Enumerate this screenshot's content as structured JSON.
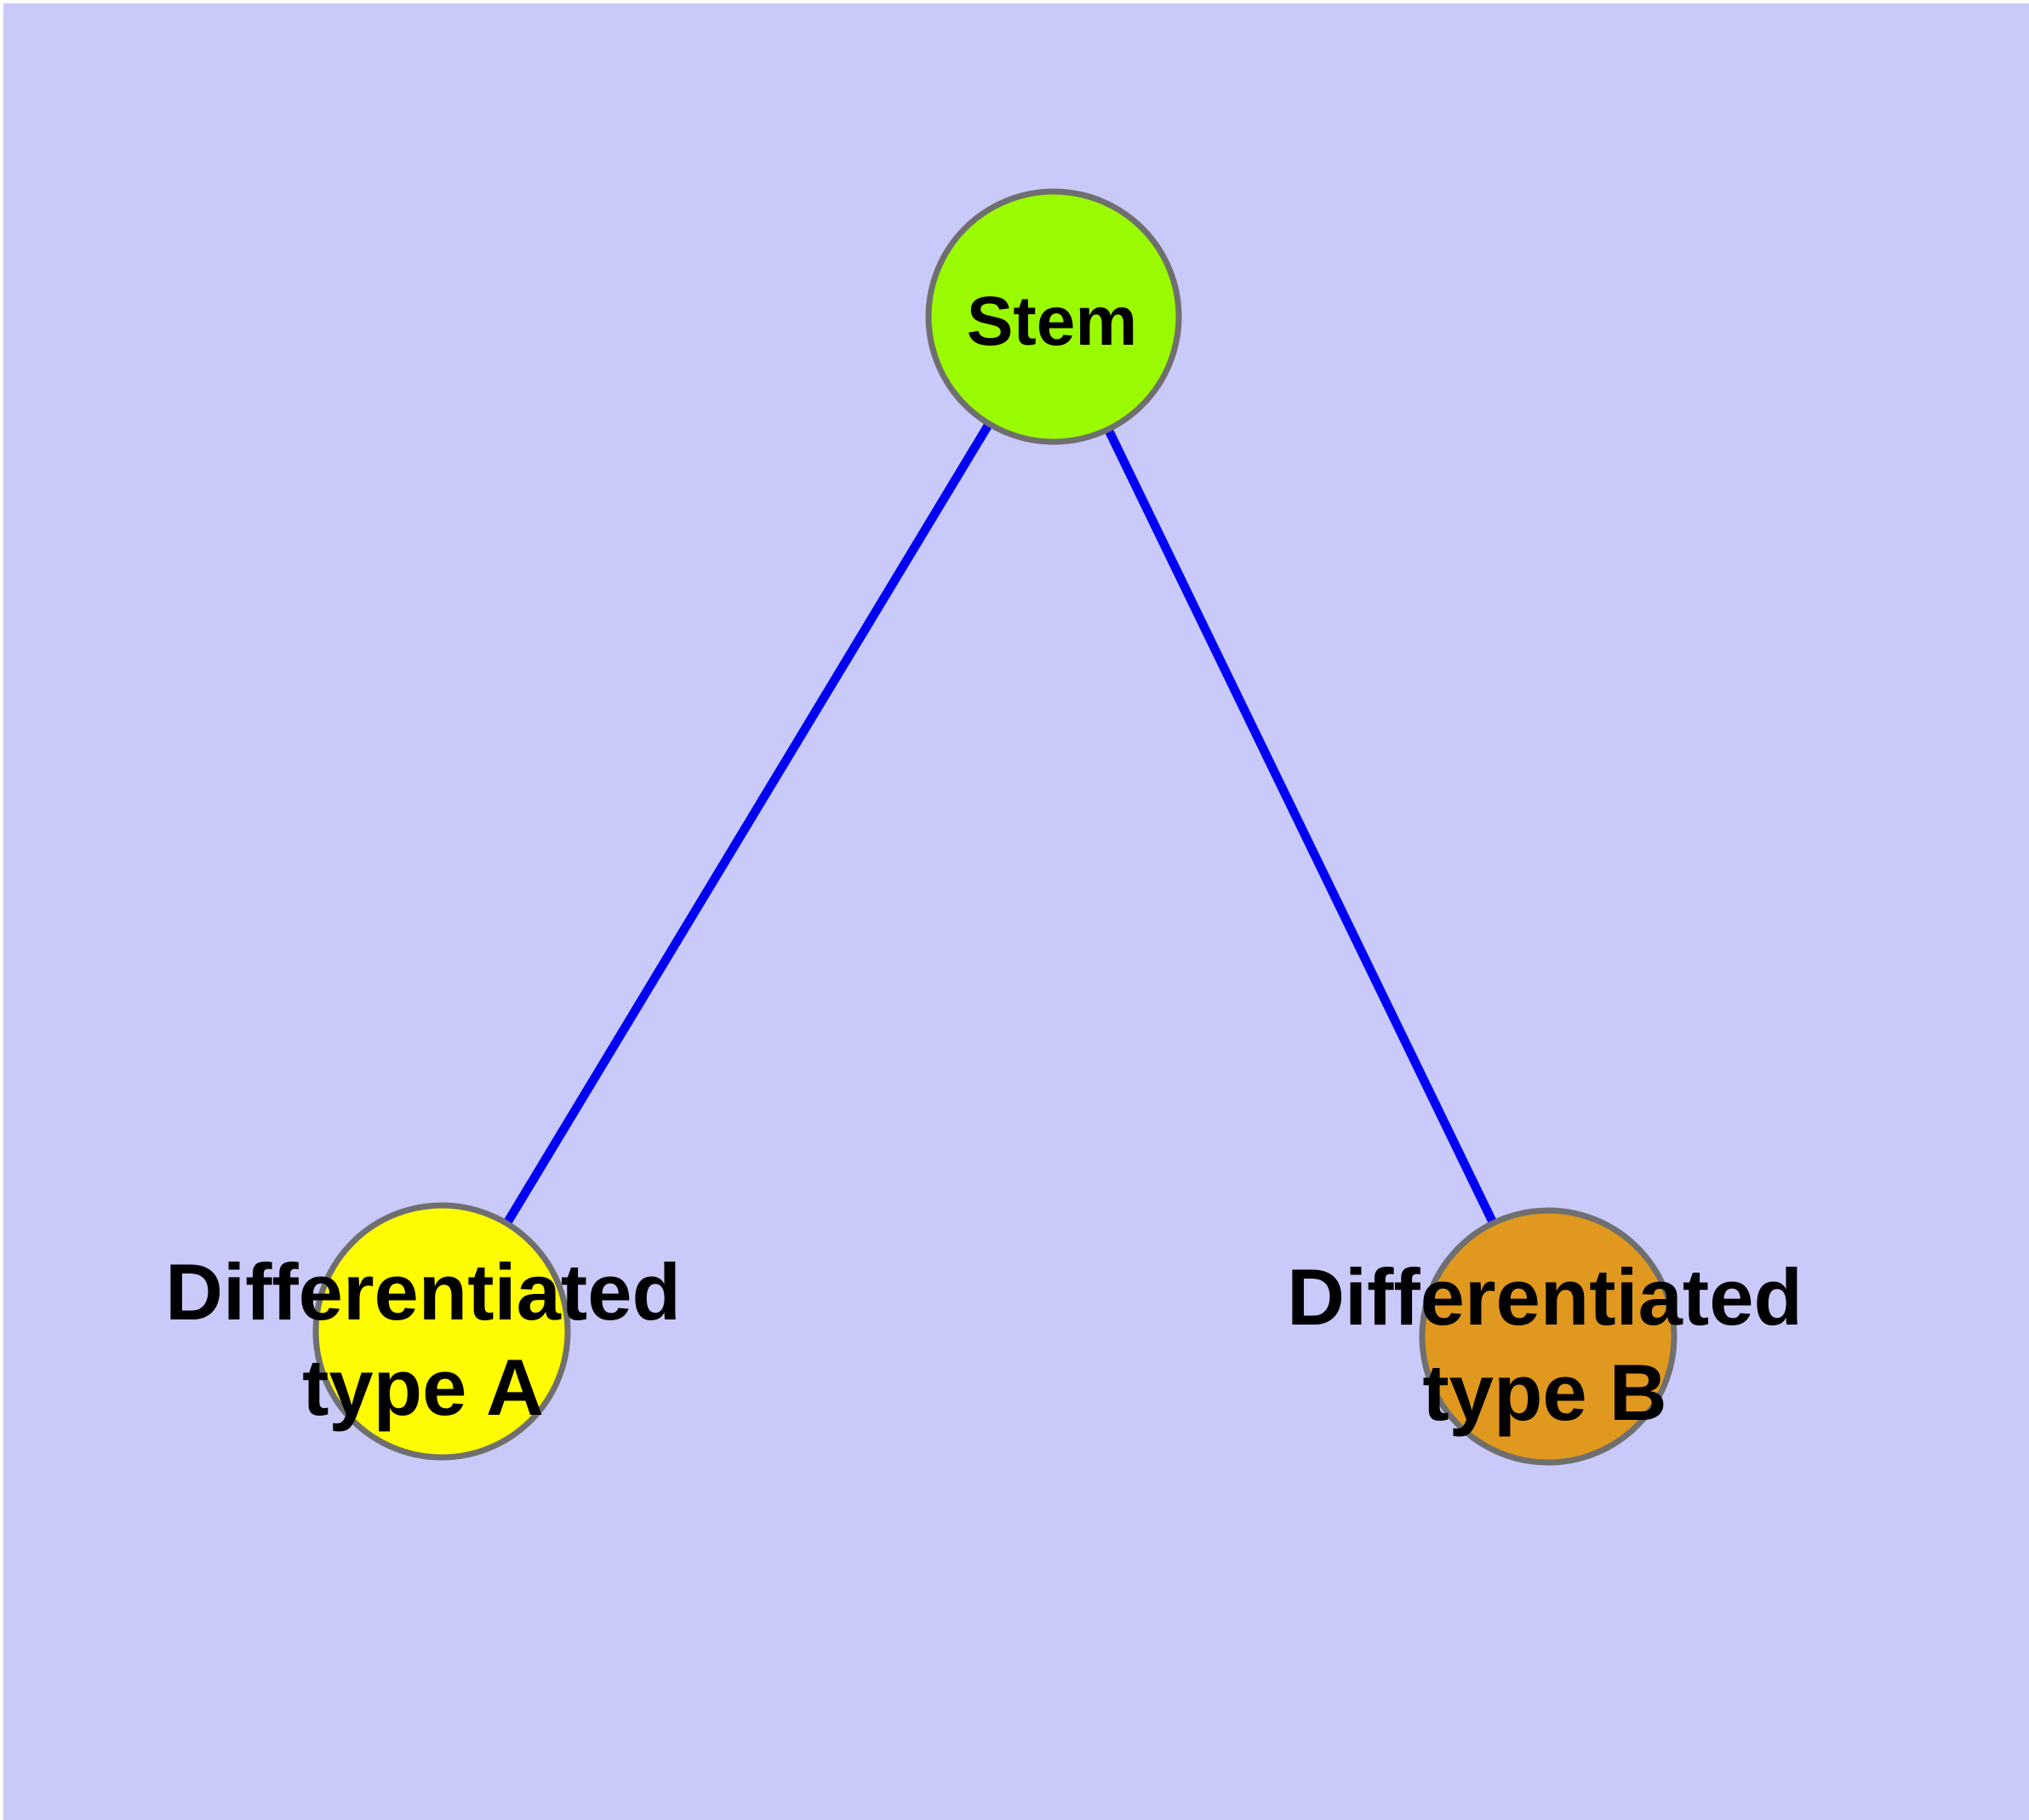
{
  "diagram": {
    "type": "graph",
    "background_color": "#C9C9FA",
    "frame_color": "#FFFFFF",
    "edge_color": "#0000F2",
    "node_border_color": "#6F6F6F",
    "label_color": "#000000",
    "nodes": [
      {
        "id": "stem",
        "label": "Stem",
        "color": "#9AFB00"
      },
      {
        "id": "differentiated-type-a",
        "label": "Differentiated type A",
        "label_line1": "Differentiated",
        "label_line2": "type A",
        "color": "#FFFB00"
      },
      {
        "id": "differentiated-type-b",
        "label": "Differentiated type B",
        "label_line1": "Differentiated",
        "label_line2": "type B",
        "color": "#E0981E"
      }
    ],
    "edges": [
      {
        "from": "Stem",
        "to": "Differentiated type A"
      },
      {
        "from": "Stem",
        "to": "Differentiated type B"
      }
    ]
  }
}
